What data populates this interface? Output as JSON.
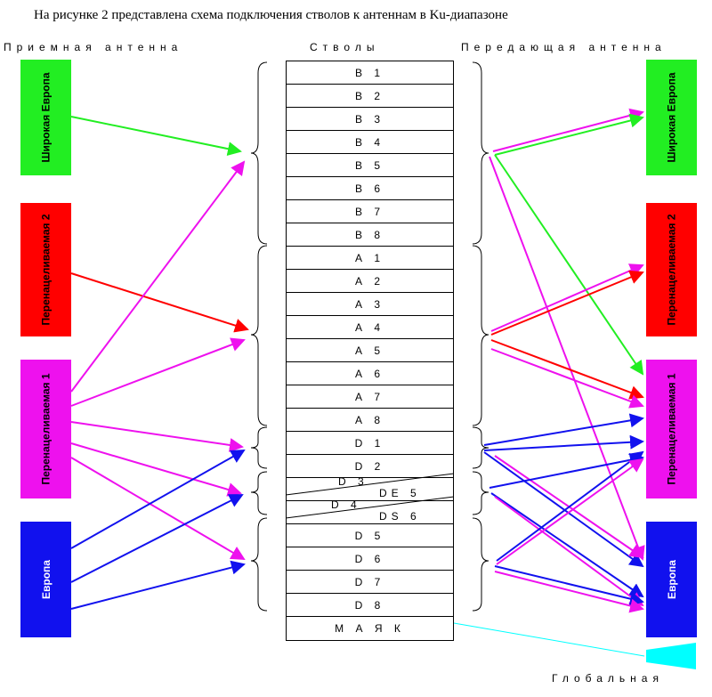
{
  "title": "На рисунке 2 представлена схема подключения стволов к антеннам в Ku-диапазоне",
  "headers": {
    "receive": "Приемная антенна",
    "channels": "Стволы",
    "transmit": "Передающая антенна",
    "global": "Глобальная"
  },
  "receive_antennas": [
    {
      "label": "Широкая Европа",
      "color": "#22ee22"
    },
    {
      "label": "Перенацеливаемая 2",
      "color": "#ff0000"
    },
    {
      "label": "Перенацеливаемая 1",
      "color": "#ee11ee"
    },
    {
      "label": "Европа",
      "color": "#1111ee"
    }
  ],
  "transmit_antennas": [
    {
      "label": "Широкая Европа",
      "color": "#22ee22"
    },
    {
      "label": "Перенацеливаемая 2",
      "color": "#ff0000"
    },
    {
      "label": "Перенацеливаемая 1",
      "color": "#ee11ee"
    },
    {
      "label": "Европа",
      "color": "#1111ee"
    },
    {
      "label": "Глобальная",
      "color": "#00ffff"
    }
  ],
  "channels": {
    "b": [
      "В 1",
      "В 2",
      "В 3",
      "В 4",
      "В 5",
      "В 6",
      "В 7",
      "В 8"
    ],
    "a": [
      "А 1",
      "А 2",
      "А 3",
      "А 4",
      "А 5",
      "А 6",
      "А 7",
      "А 8"
    ],
    "d12": [
      "D 1",
      "D 2"
    ],
    "d3": "D 3",
    "de5": "DE 5",
    "d4": "D 4",
    "ds6": "DS 6",
    "d58": [
      "D 5",
      "D 6",
      "D 7",
      "D 8"
    ],
    "beacon": "М А Я К"
  }
}
